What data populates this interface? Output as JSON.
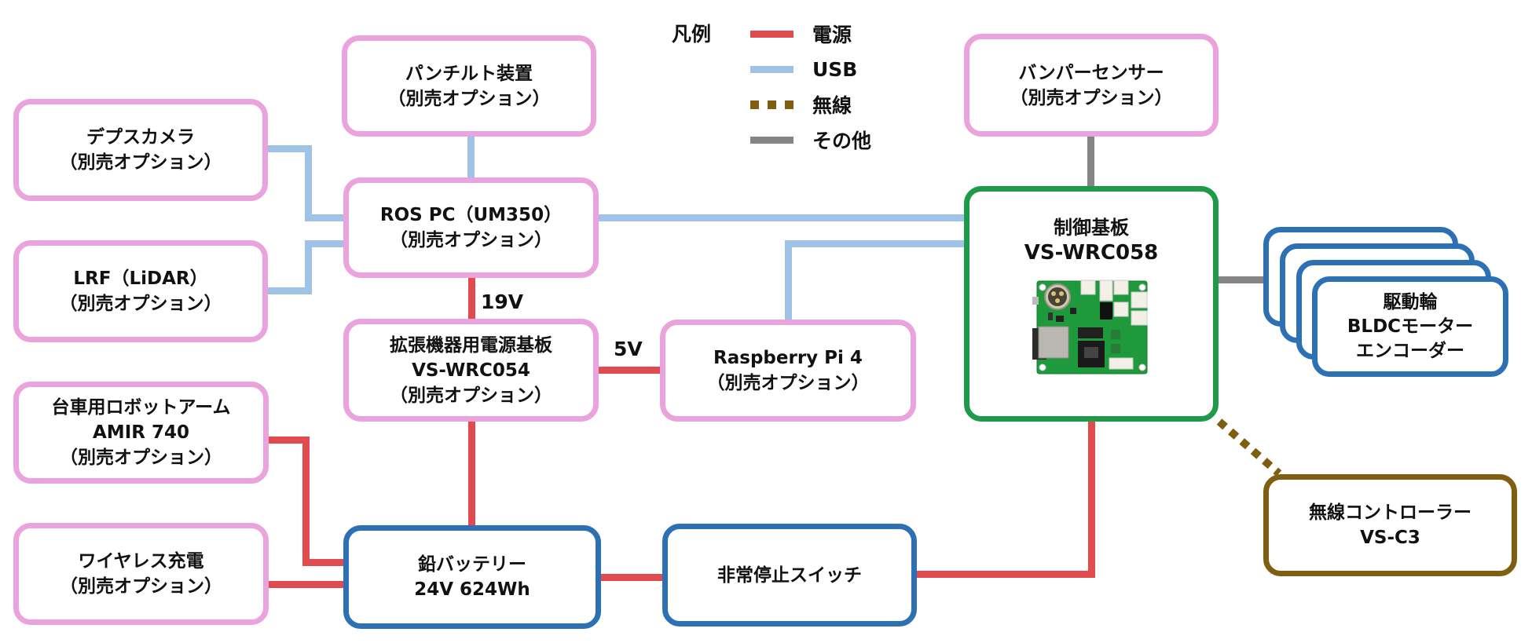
{
  "legend": {
    "title": "凡例",
    "items": [
      {
        "label": "電源",
        "color": "#e14a4e",
        "style": "solid"
      },
      {
        "label": "USB",
        "color": "#9ec3e6",
        "style": "solid"
      },
      {
        "label": "無線",
        "color": "#7f5e0f",
        "style": "dotted"
      },
      {
        "label": "その他",
        "color": "#858585",
        "style": "solid"
      }
    ]
  },
  "nodes": {
    "pan_tilt": {
      "lines": [
        "パンチルト装置",
        "（別売オプション）"
      ],
      "color": "#eaa3dc"
    },
    "depth_camera": {
      "lines": [
        "デプスカメラ",
        "（別売オプション）"
      ],
      "color": "#eaa3dc"
    },
    "ros_pc": {
      "lines": [
        "ROS PC（UM350）",
        "（別売オプション）"
      ],
      "color": "#eaa3dc"
    },
    "lrf": {
      "lines": [
        "LRF（LiDAR）",
        "（別売オプション）"
      ],
      "color": "#eaa3dc"
    },
    "power_board": {
      "lines": [
        "拡張機器用電源基板",
        "VS-WRC054",
        "（別売オプション）"
      ],
      "color": "#eaa3dc"
    },
    "raspberry_pi": {
      "lines": [
        "Raspberry Pi 4",
        "（別売オプション）"
      ],
      "color": "#eaa3dc"
    },
    "robot_arm": {
      "lines": [
        "台車用ロボットアーム",
        "AMIR 740",
        "（別売オプション）"
      ],
      "color": "#eaa3dc"
    },
    "wireless_charging": {
      "lines": [
        "ワイヤレス充電",
        "（別売オプション）"
      ],
      "color": "#eaa3dc"
    },
    "battery": {
      "lines": [
        "鉛バッテリー",
        "24V 624Wh"
      ],
      "color": "#2e70b4"
    },
    "emergency_stop": {
      "lines": [
        "非常停止スイッチ"
      ],
      "color": "#2e70b4"
    },
    "bumper_sensor": {
      "lines": [
        "バンパーセンサー",
        "（別売オプション）"
      ],
      "color": "#eaa3dc"
    },
    "control_board": {
      "lines": [
        "制御基板",
        "VS-WRC058"
      ],
      "color": "#1f9a4a"
    },
    "drive_wheel": {
      "lines": [
        "駆動輪",
        "BLDCモーター",
        "エンコーダー"
      ],
      "color": "#2e70b4"
    },
    "wireless_controller": {
      "lines": [
        "無線コントローラー",
        "VS-C3"
      ],
      "color": "#7f5e0f"
    }
  },
  "wire_labels": {
    "v19": "19V",
    "v5": "5V"
  }
}
